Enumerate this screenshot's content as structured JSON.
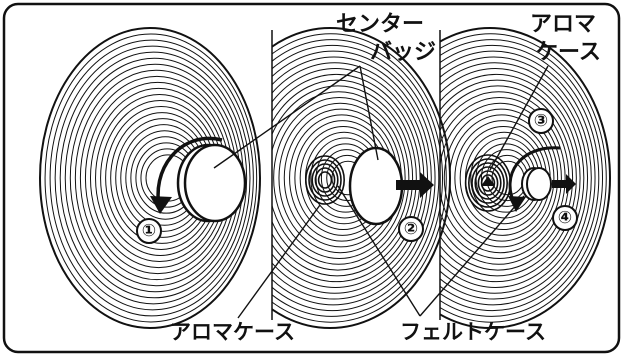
{
  "labels": {
    "center_badge_line1": "センター",
    "center_badge_line2": "バッジ",
    "aroma_case_top_line1": "アロマ",
    "aroma_case_top_line2": "ケース",
    "aroma_case_bottom": "アロマケース",
    "felt_case_bottom": "フェルトケース"
  },
  "steps": [
    "①",
    "②",
    "③",
    "④"
  ],
  "colors": {
    "line": "#111111",
    "background": "#ffffff",
    "arrow": "#111111"
  }
}
